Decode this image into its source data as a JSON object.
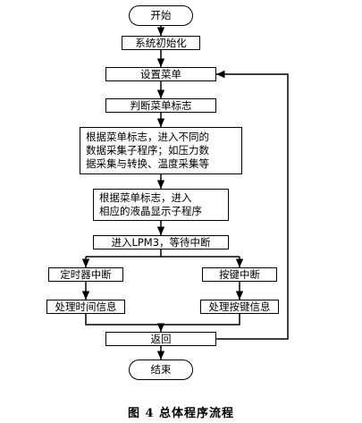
{
  "diagram": {
    "nodes": {
      "start": "开始",
      "init": "系统初始化",
      "set_menu": "设置菜单",
      "judge_flag": "判断菜单标志",
      "enter_sub": "根据菜单标志，进入不同的\n数据采集子程序；如压力数\n据采集与转换、温度采集等",
      "enter_lcd": "根据菜单标志，进入\n相应的液晶显示子程序",
      "lpm3": "进入LPM3，等待中断",
      "timer_int": "定时器中断",
      "key_int": "按键中断",
      "time_info": "处理时间信息",
      "key_info": "处理按键信息",
      "ret": "返回",
      "end": "结束"
    },
    "caption": "图 4  总体程序流程"
  }
}
